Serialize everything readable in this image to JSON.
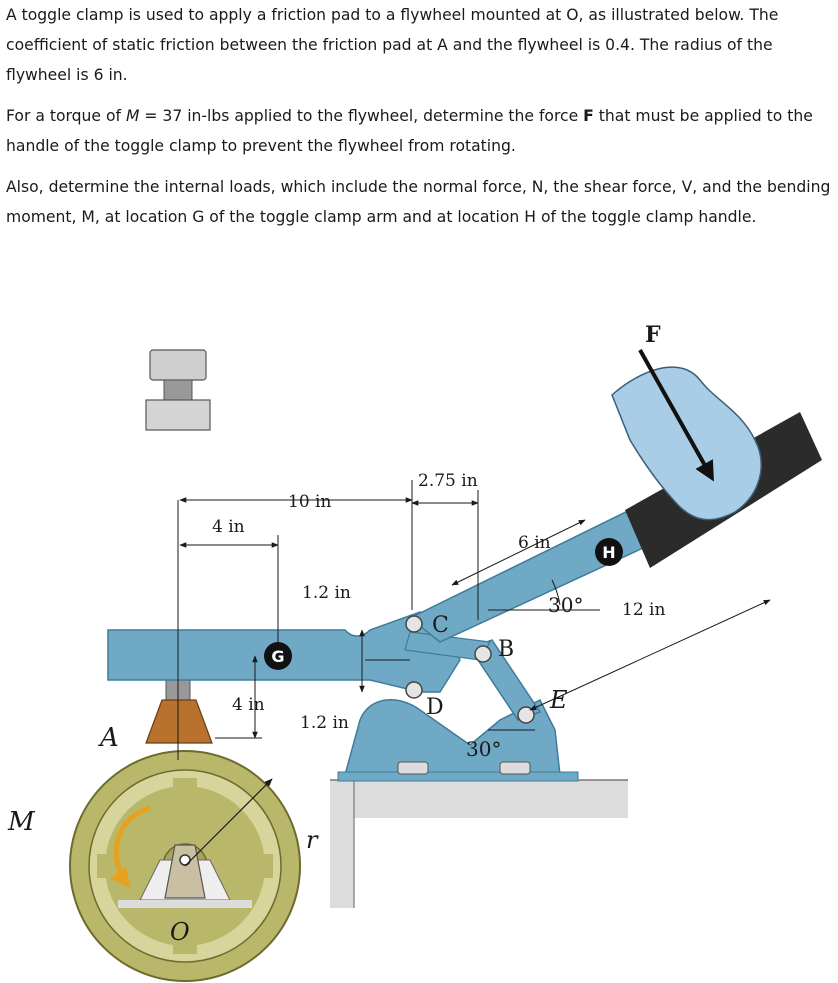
{
  "problem": {
    "paragraph1": "A toggle clamp is used to apply a friction pad to a flywheel mounted at O, as illustrated below. The coefficient of static friction between the friction pad at A and the flywheel is 0.4. The radius of the flywheel is 6 in.",
    "p2_before": "For a torque of ",
    "p2_M": "M",
    "p2_middle": " = 37 in-lbs applied to the flywheel, determine the force ",
    "p2_F": "F",
    "p2_after": " that must be applied to the handle of the toggle clamp to prevent the flywheel from rotating.",
    "paragraph3": "Also, determine the internal loads, which include the normal force, N, the shear force, V, and the bending moment, M, at location G of the toggle clamp arm and at location H of the toggle clamp handle."
  },
  "figure": {
    "labels": {
      "F": "F",
      "A": "A",
      "M": "M",
      "O": "O",
      "r": "r",
      "B": "B",
      "C": "C",
      "D": "D",
      "E": "E",
      "G": "G",
      "H": "H"
    },
    "dimensions": {
      "d10": "10 in",
      "d4top": "4 in",
      "d4bottom": "4 in",
      "d12a": "1.2 in",
      "d12b": "1.2 in",
      "d275": "2.75 in",
      "d6": "6 in",
      "d12": "12 in",
      "a30top": "30°",
      "a30bottom": "30°"
    },
    "colors": {
      "clamp": "#6fa9c6",
      "clamp_dark": "#3f7c9a",
      "flywheel": "#b9b86a",
      "flywheel_dark": "#6e6b2e",
      "pad": "#b8722e",
      "hand": "#a9cde6",
      "handle": "#2b2b2b",
      "h_circle": "#111111",
      "g_circle": "#111111"
    }
  }
}
